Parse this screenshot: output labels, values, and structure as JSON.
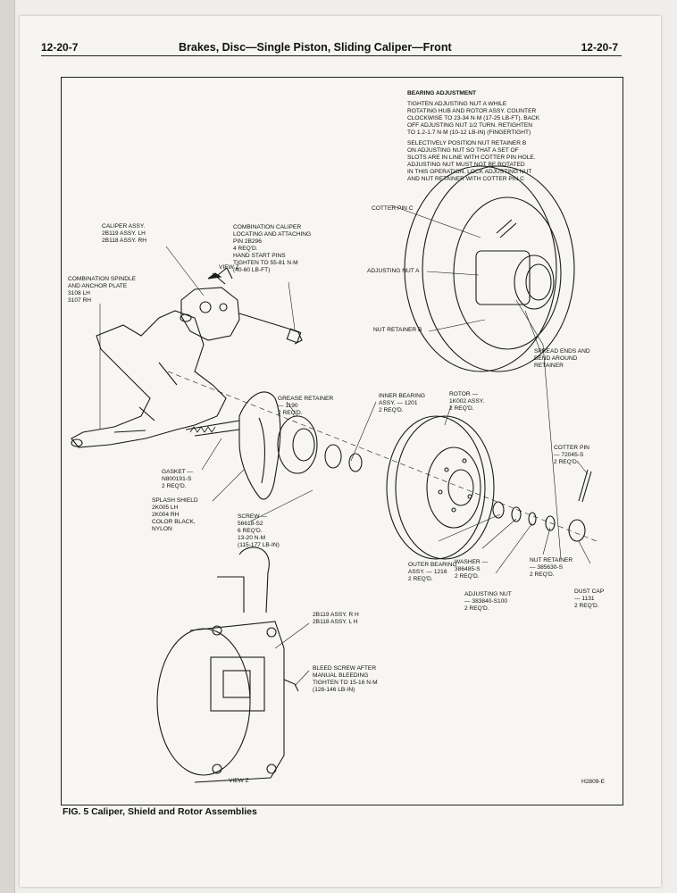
{
  "header": {
    "page_number_left": "12-20-7",
    "title": "Brakes, Disc—Single Piston, Sliding Caliper—Front",
    "page_number_right": "12-20-7"
  },
  "bearing_adjustment": {
    "title": "BEARING ADJUSTMENT",
    "step1": "TIGHTEN ADJUSTING NUT A WHILE\nROTATING HUB AND ROTOR ASSY. COUNTER\nCLOCKWISE TO 23-34 N·m (17-25 LB-FT). BACK\nOFF ADJUSTING NUT 1/2 TURN. RETIGHTEN\nTO 1.2-1.7 N·m (10-12 LB-IN) (FINGERTIGHT)",
    "step2": "SELECTIVELY POSITION NUT RETAINER B\nON ADJUSTING NUT SO THAT A SET OF\nSLOTS ARE IN LINE WITH COTTER PIN HOLE.\nADJUSTING NUT MUST NOT BE ROTATED\nIN THIS OPERATION. LOCK ADJUSTING NUT\nAND NUT RETAINER WITH COTTER PIN C"
  },
  "callouts": {
    "caliper_assy": "CALIPER ASSY.\n2B119 ASSY. LH\n2B118 ASSY. RH",
    "combination_pin": "COMBINATION CALIPER\nLOCATING AND ATTACHING\nPIN 2B296\n4 REQ'D.\nHAND START PINS\nTIGHTEN TO 55-81 N·m\n(40-60 LB-FT)",
    "view_z": "VIEW Z",
    "spindle": "COMBINATION SPINDLE\nAND ANCHOR PLATE\n3108 LH\n3107 RH",
    "cotter_pin_c": "COTTER PIN C",
    "adjusting_nut_a": "ADJUSTING NUT A",
    "nut_retainer_b": "NUT RETAINER B",
    "spread_ends": "SPREAD ENDS AND\nBEND AROUND\nRETAINER",
    "grease_retainer": "GREASE RETAINER\n— 1190\n2 REQ'D.",
    "inner_bearing": "INNER BEARING\nASSY. — 1201\n2 REQ'D.",
    "rotor": "ROTOR —\n1K002 ASSY.\n2 REQ'D.",
    "gasket": "GASKET —\nN800191-S\n2 REQ'D.",
    "splash_shield": "SPLASH SHIELD\n2K005 LH\n2K004 RH\nCOLOR BLACK,\nNYLON",
    "screw": "SCREW —\n56618-S2\n6 REQ'D.\n13-20 N·m\n(115-177 LB-IN)",
    "cotter_pin": "COTTER PIN\n— 72045-S\n2 REQ'D.",
    "outer_bearing": "OUTER BEARING\nASSY. — 1216\n2 REQ'D.",
    "washer": "WASHER —\n386485-S\n2 REQ'D.",
    "adjusting_nut": "ADJUSTING NUT\n— 383840-S100\n2 REQ'D.",
    "nut_retainer": "NUT RETAINER\n— 385630-S\n2 REQ'D.",
    "dust_cap": "DUST CAP\n— 1131\n2 REQ'D.",
    "caliper_view_assy": "2B119 ASSY. R H\n2B118 ASSY. L H",
    "bleed_screw": "BLEED SCREW AFTER\nMANUAL BLEEDING\nTIGHTEN TO 15-16 N·m\n(128-146 LB-IN)",
    "view_z_bottom": "VIEW Z",
    "ref_code": "H2809-E"
  },
  "caption": "FIG. 5  Caliper, Shield and Rotor Assemblies"
}
